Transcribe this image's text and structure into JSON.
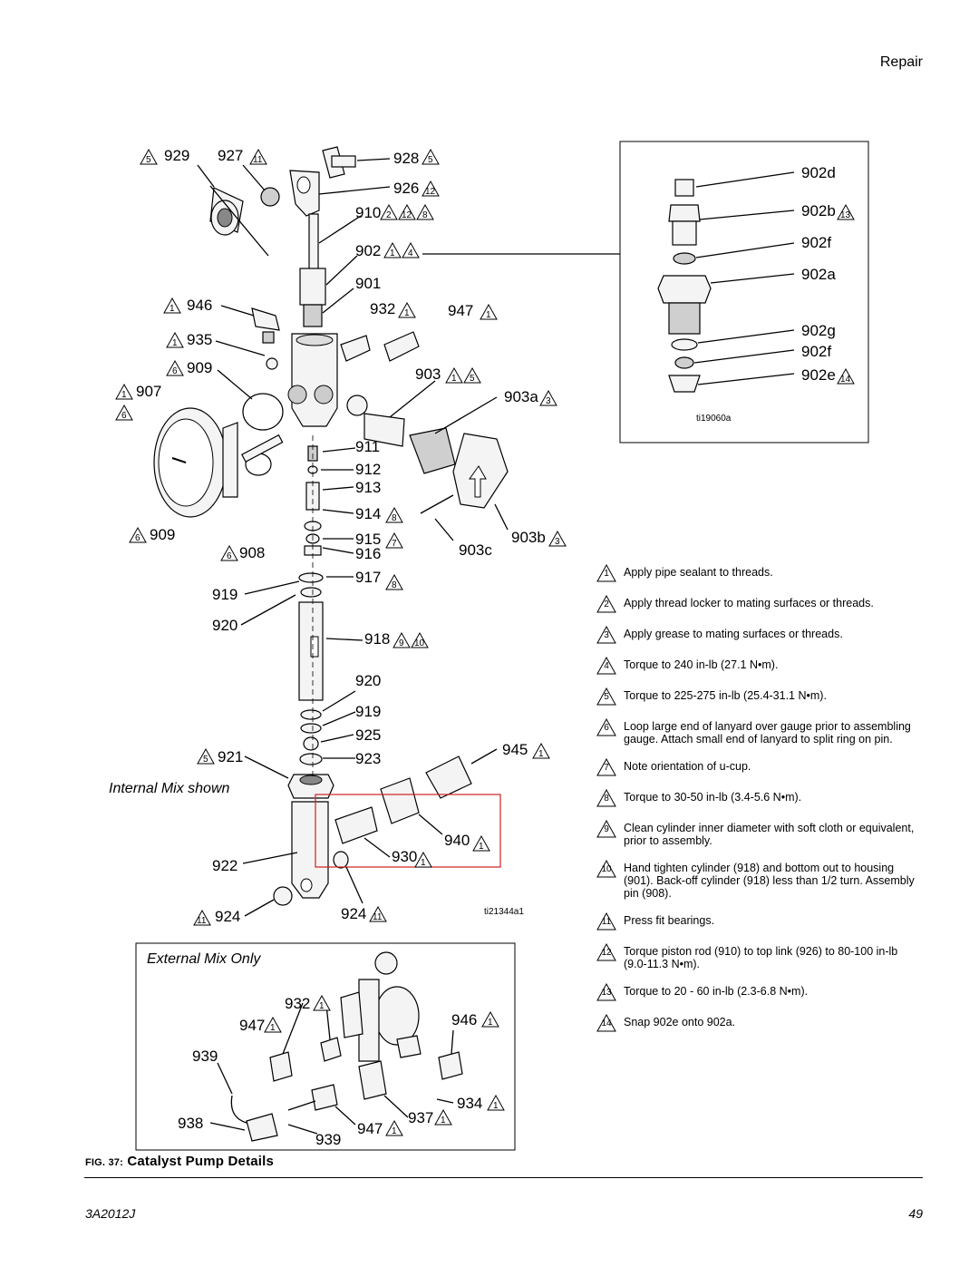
{
  "header": {
    "section": "Repair"
  },
  "figure": {
    "prefix": "FIG. 37:",
    "title": "Catalyst Pump Details",
    "image_id_main": "ti21344a1",
    "image_id_inset": "ti19060a",
    "caption_internal": "Internal Mix shown",
    "caption_external": "External Mix Only"
  },
  "main_callouts": [
    {
      "id": "c929",
      "text": "929",
      "notes": [
        "5"
      ]
    },
    {
      "id": "c927",
      "text": "927",
      "notes": [
        "11"
      ]
    },
    {
      "id": "c928",
      "text": "928",
      "notes": [
        "5"
      ]
    },
    {
      "id": "c926",
      "text": "926",
      "notes": [
        "12"
      ]
    },
    {
      "id": "c910",
      "text": "910",
      "notes": [
        "2",
        "12",
        "8"
      ]
    },
    {
      "id": "c902",
      "text": "902",
      "notes": [
        "1",
        "4"
      ]
    },
    {
      "id": "c901",
      "text": "901",
      "notes": []
    },
    {
      "id": "c946",
      "text": "946",
      "notes": [
        "1"
      ]
    },
    {
      "id": "c932",
      "text": "932",
      "notes": [
        "1"
      ]
    },
    {
      "id": "c947",
      "text": "947",
      "notes": [
        "1"
      ]
    },
    {
      "id": "c935",
      "text": "935",
      "notes": [
        "1"
      ]
    },
    {
      "id": "c909a",
      "text": "909",
      "notes": [
        "6"
      ]
    },
    {
      "id": "c903",
      "text": "903",
      "notes": [
        "1",
        "5"
      ]
    },
    {
      "id": "c907",
      "text": "907",
      "notes": [
        "1",
        "6"
      ]
    },
    {
      "id": "c903a",
      "text": "903a",
      "notes": [
        "3"
      ]
    },
    {
      "id": "c911",
      "text": "911",
      "notes": []
    },
    {
      "id": "c912",
      "text": "912",
      "notes": []
    },
    {
      "id": "c913",
      "text": "913",
      "notes": []
    },
    {
      "id": "c914",
      "text": "914",
      "notes": [
        "8"
      ]
    },
    {
      "id": "c909b",
      "text": "909",
      "notes": [
        "6"
      ]
    },
    {
      "id": "c915",
      "text": "915",
      "notes": [
        "7"
      ]
    },
    {
      "id": "c903b",
      "text": "903b",
      "notes": [
        "3"
      ]
    },
    {
      "id": "c908",
      "text": "908",
      "notes": [
        "6"
      ]
    },
    {
      "id": "c916",
      "text": "916",
      "notes": []
    },
    {
      "id": "c903c",
      "text": "903c",
      "notes": []
    },
    {
      "id": "c917",
      "text": "917",
      "notes": [
        "8"
      ]
    },
    {
      "id": "c919a",
      "text": "919",
      "notes": []
    },
    {
      "id": "c920a",
      "text": "920",
      "notes": []
    },
    {
      "id": "c918",
      "text": "918",
      "notes": [
        "9",
        "10"
      ]
    },
    {
      "id": "c920b",
      "text": "920",
      "notes": []
    },
    {
      "id": "c919b",
      "text": "919",
      "notes": []
    },
    {
      "id": "c925",
      "text": "925",
      "notes": []
    },
    {
      "id": "c921",
      "text": "921",
      "notes": [
        "5"
      ]
    },
    {
      "id": "c923",
      "text": "923",
      "notes": []
    },
    {
      "id": "c945",
      "text": "945",
      "notes": [
        "1"
      ]
    },
    {
      "id": "c940",
      "text": "940",
      "notes": [
        "1"
      ]
    },
    {
      "id": "c930",
      "text": "930",
      "notes": [
        "1"
      ]
    },
    {
      "id": "c922",
      "text": "922",
      "notes": []
    },
    {
      "id": "c924a",
      "text": "924",
      "notes": [
        "11"
      ]
    },
    {
      "id": "c924b",
      "text": "924",
      "notes": [
        "11"
      ]
    }
  ],
  "inset_callouts": [
    {
      "id": "i902d",
      "text": "902d",
      "notes": []
    },
    {
      "id": "i902b",
      "text": "902b",
      "notes": [
        "13"
      ]
    },
    {
      "id": "i902f1",
      "text": "902f",
      "notes": []
    },
    {
      "id": "i902a",
      "text": "902a",
      "notes": []
    },
    {
      "id": "i902g",
      "text": "902g",
      "notes": []
    },
    {
      "id": "i902f2",
      "text": "902f",
      "notes": []
    },
    {
      "id": "i902e",
      "text": "902e",
      "notes": [
        "14"
      ]
    }
  ],
  "external_callouts": [
    {
      "id": "e932",
      "text": "932",
      "notes": [
        "1"
      ]
    },
    {
      "id": "e947a",
      "text": "947",
      "notes": [
        "1"
      ]
    },
    {
      "id": "e946",
      "text": "946",
      "notes": [
        "1"
      ]
    },
    {
      "id": "e939a",
      "text": "939",
      "notes": []
    },
    {
      "id": "e934",
      "text": "934",
      "notes": [
        "1"
      ]
    },
    {
      "id": "e937",
      "text": "937",
      "notes": [
        "1"
      ]
    },
    {
      "id": "e938",
      "text": "938",
      "notes": []
    },
    {
      "id": "e947b",
      "text": "947",
      "notes": [
        "1"
      ]
    },
    {
      "id": "e939b",
      "text": "939",
      "notes": []
    }
  ],
  "notes": [
    {
      "num": "1",
      "text": "Apply pipe sealant to threads."
    },
    {
      "num": "2",
      "text": "Apply thread locker to mating surfaces or threads."
    },
    {
      "num": "3",
      "text": "Apply grease to mating surfaces or threads."
    },
    {
      "num": "4",
      "text": "Torque to 240 in-lb (27.1 N•m)."
    },
    {
      "num": "5",
      "text": "Torque to 225-275 in-lb (25.4-31.1 N•m)."
    },
    {
      "num": "6",
      "text": "Loop large end of lanyard over gauge prior to assembling gauge. Attach small end of lanyard to split ring on pin."
    },
    {
      "num": "7",
      "text": "Note orientation of u-cup."
    },
    {
      "num": "8",
      "text": "Torque to 30-50 in-lb (3.4-5.6 N•m)."
    },
    {
      "num": "9",
      "text": "Clean cylinder inner diameter with soft cloth or equivalent, prior to assembly."
    },
    {
      "num": "10",
      "text": "Hand tighten cylinder (918) and bottom out to housing (901). Back-off cylinder (918) less than 1/2 turn. Assembly pin (908)."
    },
    {
      "num": "11",
      "text": "Press fit bearings."
    },
    {
      "num": "12",
      "text": "Torque piston rod (910) to top link (926) to 80-100 in-lb (9.0-11.3 N•m)."
    },
    {
      "num": "13",
      "text": "Torque to 20 - 60 in-lb (2.3-6.8 N•m)."
    },
    {
      "num": "14",
      "text": "Snap 902e onto 902a."
    }
  ],
  "footer": {
    "doc_number": "3A2012J",
    "page_number": "49"
  }
}
